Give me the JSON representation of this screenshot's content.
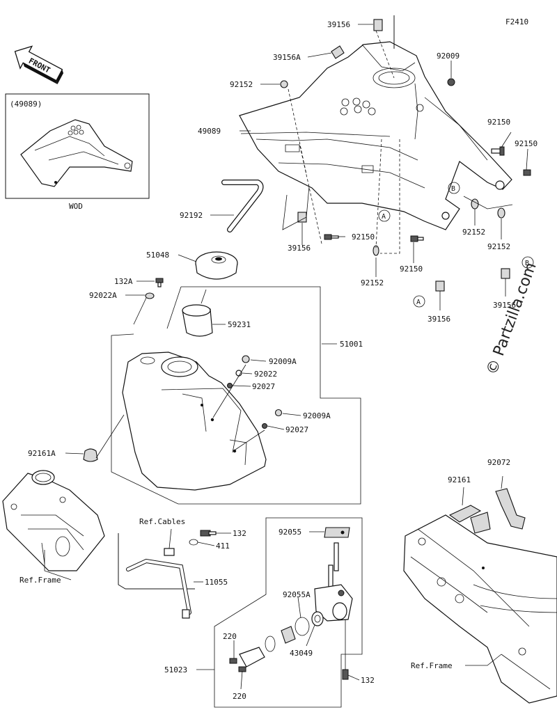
{
  "figure_code": "F2410",
  "front_label": "FRONT",
  "inset": {
    "title": "(49089)",
    "caption": "WOD"
  },
  "watermark": "© Partzilla.com",
  "ref_labels": {
    "cables": "Ref.Cables",
    "frame_left": "Ref.Frame",
    "frame_right": "Ref.Frame"
  },
  "callouts": {
    "a1": "A",
    "a2": "A",
    "b1": "B",
    "b2": "B"
  },
  "parts": {
    "p39156_top": "39156",
    "p39156A": "39156A",
    "p92009": "92009",
    "p92152_a": "92152",
    "p49089": "49089",
    "p92150_a": "92150",
    "p92150_b": "92150",
    "p92192": "92192",
    "p92150_c": "92150",
    "p39156_b": "39156",
    "p92152_b": "92152",
    "p92152_c": "92152",
    "p92150_d": "92150",
    "p51048": "51048",
    "p92152_d": "92152",
    "p132A": "132A",
    "p92022A": "92022A",
    "p39156_c": "39156",
    "p39156_d": "39156",
    "p59231": "59231",
    "p51001": "51001",
    "p92009A_a": "92009A",
    "p92022": "92022",
    "p92027_a": "92027",
    "p92009A_b": "92009A",
    "p92027_b": "92027",
    "p92161A": "92161A",
    "p92072": "92072",
    "p92161": "92161",
    "p132_a": "132",
    "p411": "411",
    "p92055": "92055",
    "p11055": "11055",
    "p92055A": "92055A",
    "p220_a": "220",
    "p43049": "43049",
    "p51023": "51023",
    "p132_b": "132",
    "p220_b": "220"
  }
}
